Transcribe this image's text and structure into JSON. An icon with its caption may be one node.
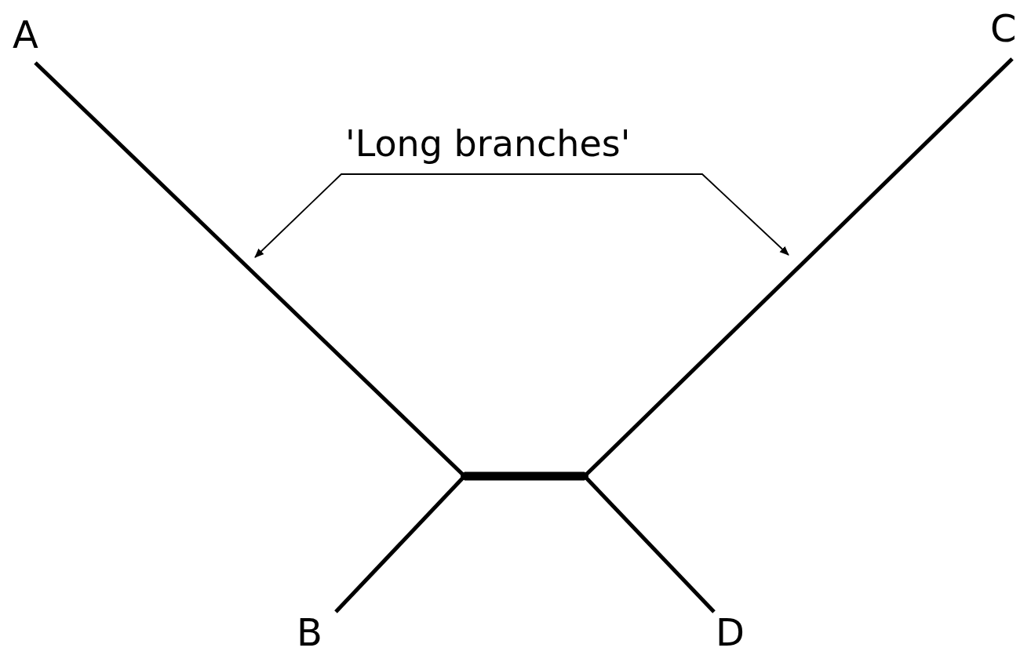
{
  "diagram": {
    "nodes": [
      {
        "text": [
          "A"
        ]
      },
      {
        "text": [
          "C"
        ]
      },
      {
        "text": [
          "'Long branches'"
        ]
      },
      {
        "text": [],
        "shape": "point"
      },
      {
        "text": [],
        "shape": "point"
      },
      {
        "text": [
          "B"
        ]
      },
      {
        "text": [
          "D"
        ]
      }
    ],
    "edges": [
      {
        "from": 0,
        "to": 3,
        "arrow": "none"
      },
      {
        "from": 3,
        "to": 4,
        "arrow": "none",
        "style": "thick"
      },
      {
        "from": 1,
        "to": 4,
        "arrow": "none"
      },
      {
        "from": 5,
        "to": 3,
        "arrow": "none"
      },
      {
        "from": 6,
        "to": 4,
        "arrow": "none"
      },
      {
        "from": 2,
        "to": null,
        "arrow": "to"
      },
      {
        "from": 2,
        "to": null,
        "arrow": "to"
      }
    ]
  }
}
